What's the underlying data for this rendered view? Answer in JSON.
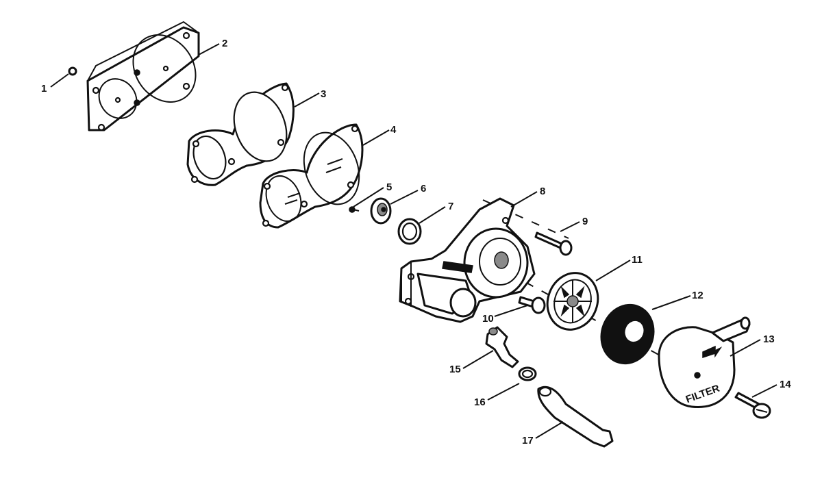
{
  "callouts": [
    {
      "number": "1",
      "part": "washer"
    },
    {
      "number": "2",
      "part": "cover-plate"
    },
    {
      "number": "3",
      "part": "gasket"
    },
    {
      "number": "4",
      "part": "diaphragm"
    },
    {
      "number": "5",
      "part": "screw"
    },
    {
      "number": "6",
      "part": "valve"
    },
    {
      "number": "7",
      "part": "o-ring"
    },
    {
      "number": "8",
      "part": "pump-body"
    },
    {
      "number": "9",
      "part": "bolt"
    },
    {
      "number": "10",
      "part": "bolt"
    },
    {
      "number": "11",
      "part": "filter-screen-retainer"
    },
    {
      "number": "12",
      "part": "filter-element"
    },
    {
      "number": "13",
      "part": "filter-cover"
    },
    {
      "number": "14",
      "part": "screw"
    },
    {
      "number": "15",
      "part": "fitting"
    },
    {
      "number": "16",
      "part": "clamp"
    },
    {
      "number": "17",
      "part": "hose"
    }
  ],
  "cover_stamp": "FILTER",
  "colors": {
    "ink": "#111111",
    "paper": "#ffffff"
  }
}
